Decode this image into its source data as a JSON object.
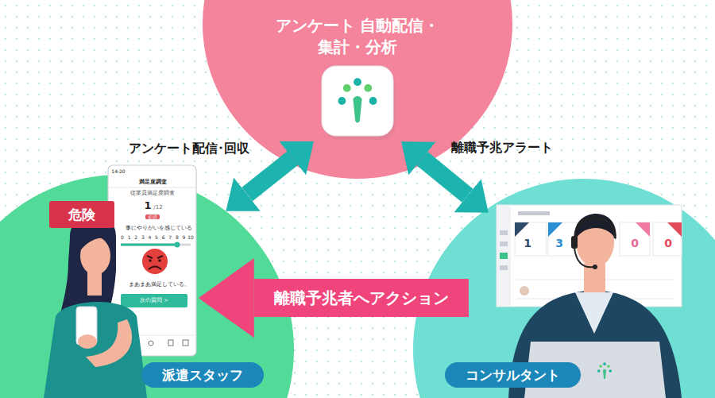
{
  "diagram": {
    "nodes": [
      {
        "text": [
          "アンケート 自動配信・集計・分析"
        ]
      },
      {
        "text": [
          "派遣スタッフ"
        ]
      },
      {
        "text": [
          "危険"
        ],
        "in": 1
      },
      {
        "text": [
          "コンサルタント"
        ]
      }
    ],
    "edges": [
      {
        "from": 0,
        "to": 1,
        "label": "アンケート配信･回収",
        "arrow": "both"
      },
      {
        "from": 0,
        "to": 3,
        "label": "離職予兆アラート",
        "arrow": "both"
      },
      {
        "from": 3,
        "to": 1,
        "label": "離職予兆者へアクション",
        "arrow": "to"
      }
    ],
    "labels": [
      "14:20",
      "満足度調査",
      "従業員満足度調査",
      "1",
      "/12",
      "必須",
      "事にやりがいを感じている",
      "0",
      "1",
      "2",
      "3",
      "4",
      "5",
      "6",
      "7",
      "8",
      "9",
      "10",
      "まあまあ満足している。",
      "次の質問 >",
      "1",
      "3",
      "0",
      "0"
    ]
  }
}
